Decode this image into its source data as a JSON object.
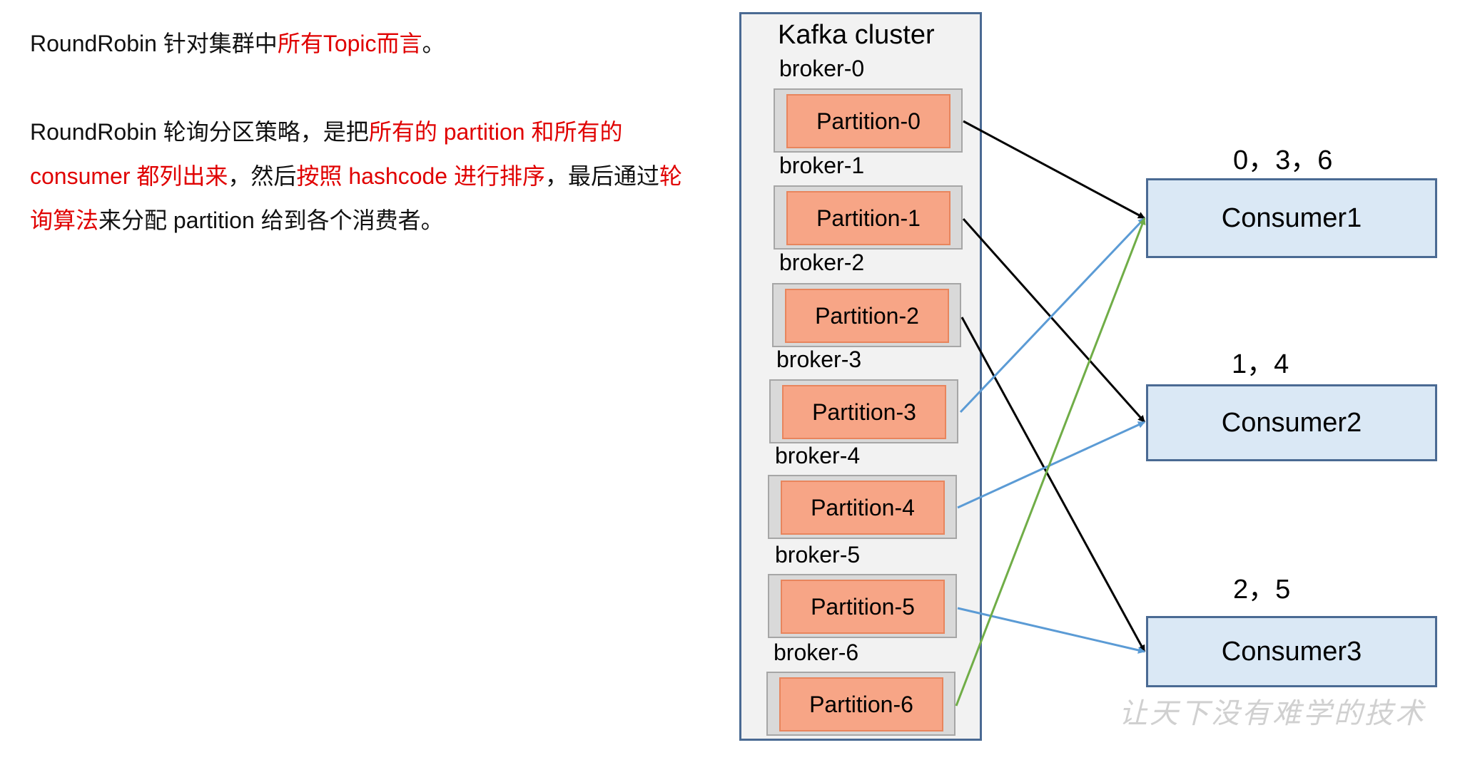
{
  "description": {
    "line1": {
      "prefix": "RoundRobin 针对集群中",
      "highlight": "所有Topic而言",
      "suffix": "。"
    },
    "para2": {
      "s1": "RoundRobin 轮询分区策略，是把",
      "s2": "所有的 partition 和所有的 consumer 都列出来",
      "s3": "，然后",
      "s4": "按照 hashcode 进行排序",
      "s5": "，最后通过",
      "s6": "轮询算法",
      "s7": "来分配 partition 给到各个消费者。"
    }
  },
  "cluster": {
    "title": "Kafka cluster",
    "brokers": [
      {
        "label": "broker-0",
        "partition": "Partition-0"
      },
      {
        "label": "broker-1",
        "partition": "Partition-1"
      },
      {
        "label": "broker-2",
        "partition": "Partition-2"
      },
      {
        "label": "broker-3",
        "partition": "Partition-3"
      },
      {
        "label": "broker-4",
        "partition": "Partition-4"
      },
      {
        "label": "broker-5",
        "partition": "Partition-5"
      },
      {
        "label": "broker-6",
        "partition": "Partition-6"
      }
    ]
  },
  "consumers": [
    {
      "name": "Consumer1",
      "assigned": "0，3，6"
    },
    {
      "name": "Consumer2",
      "assigned": "1，4"
    },
    {
      "name": "Consumer3",
      "assigned": "2，5"
    }
  ],
  "colors": {
    "accent_red": "#e00000",
    "partition_fill": "#f7a586",
    "consumer_fill": "#dae8f5",
    "arrow_black": "#000000",
    "arrow_blue": "#5b9bd5",
    "arrow_green": "#70ad47"
  },
  "watermark": "让天下没有难学的技术"
}
